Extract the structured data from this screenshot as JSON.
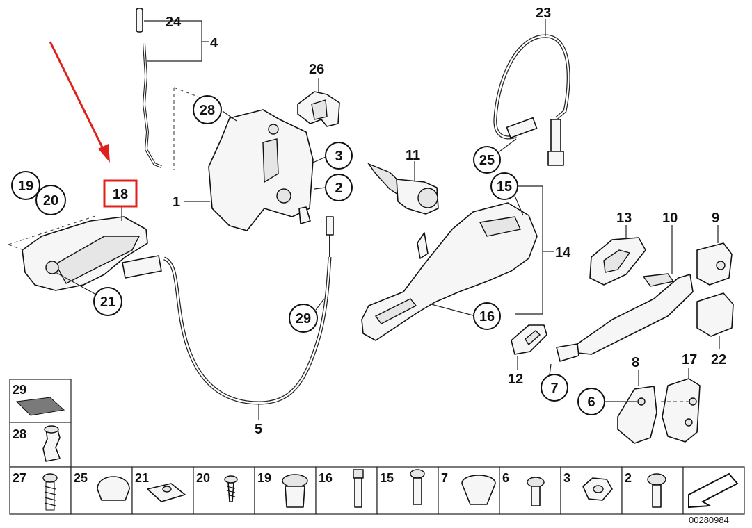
{
  "highlight": {
    "label": "18",
    "arrow_color": "#e0201b"
  },
  "labels": {
    "p1": "1",
    "p2": "2",
    "p3": "3",
    "p4": "4",
    "p5": "5",
    "p6": "6",
    "p7": "7",
    "p8": "8",
    "p9": "9",
    "p10": "10",
    "p11": "11",
    "p12": "12",
    "p13": "13",
    "p14": "14",
    "p15": "15",
    "p16": "16",
    "p17": "17",
    "p19": "19",
    "p20": "20",
    "p21": "21",
    "p22": "22",
    "p23": "23",
    "p24": "24",
    "p25": "25",
    "p26": "26",
    "p28": "28",
    "p29": "29"
  },
  "legend_cells": [
    "29",
    "28",
    "27",
    "25",
    "21",
    "20",
    "19",
    "16",
    "15",
    "7",
    "6",
    "3",
    "2"
  ],
  "document_number": "00280984"
}
